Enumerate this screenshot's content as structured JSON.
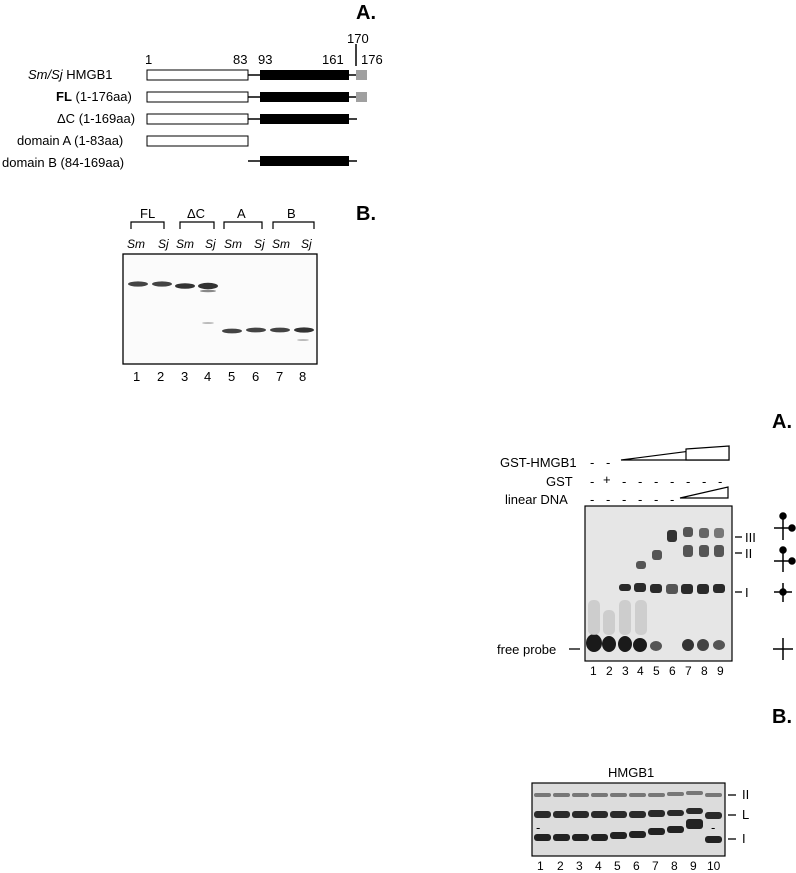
{
  "figure1": {
    "panel_a": {
      "letter": "A.",
      "positions": [
        "1",
        "83",
        "93",
        "161",
        "170",
        "176"
      ],
      "constructs": [
        {
          "prefix": "Sm/Sj",
          "rest": " HMGB1"
        },
        {
          "prefix": "FL",
          "rest": " (1-176aa)"
        },
        {
          "prefix": "ΔC",
          "rest": " (1-169aa)"
        },
        {
          "prefix": "domain A",
          "rest": " (1-83aa)"
        },
        {
          "prefix": "domain B",
          "rest": " (84-169aa)"
        }
      ]
    },
    "panel_b": {
      "letter": "B.",
      "groups": [
        "FL",
        "ΔC",
        "A",
        "B"
      ],
      "species": [
        "Sm",
        "Sj",
        "Sm",
        "Sj",
        "Sm",
        "Sj",
        "Sm",
        "Sj"
      ],
      "lanes": [
        "1",
        "2",
        "3",
        "4",
        "5",
        "6",
        "7",
        "8"
      ]
    }
  },
  "figure2": {
    "panel_a": {
      "letter": "A.",
      "rows": [
        {
          "label": "GST-HMGB1",
          "marks": [
            "-",
            "-"
          ]
        },
        {
          "label": "GST",
          "marks": [
            "-",
            "+",
            "-",
            "-",
            "-",
            "-",
            "-",
            "-",
            "-"
          ]
        },
        {
          "label": "linear DNA",
          "marks": [
            "-",
            "-",
            "-",
            "-",
            "-",
            "-"
          ]
        }
      ],
      "free_probe": "free probe",
      "complexes": [
        "III",
        "II",
        "I"
      ],
      "lanes": [
        "1",
        "2",
        "3",
        "4",
        "5",
        "6",
        "7",
        "8",
        "9"
      ]
    },
    "panel_b": {
      "letter": "B.",
      "title": "HMGB1",
      "marks": [
        "-",
        "-"
      ],
      "bands": [
        "II",
        "L",
        "I"
      ],
      "lanes": [
        "1",
        "2",
        "3",
        "4",
        "5",
        "6",
        "7",
        "8",
        "9",
        "10"
      ]
    }
  }
}
